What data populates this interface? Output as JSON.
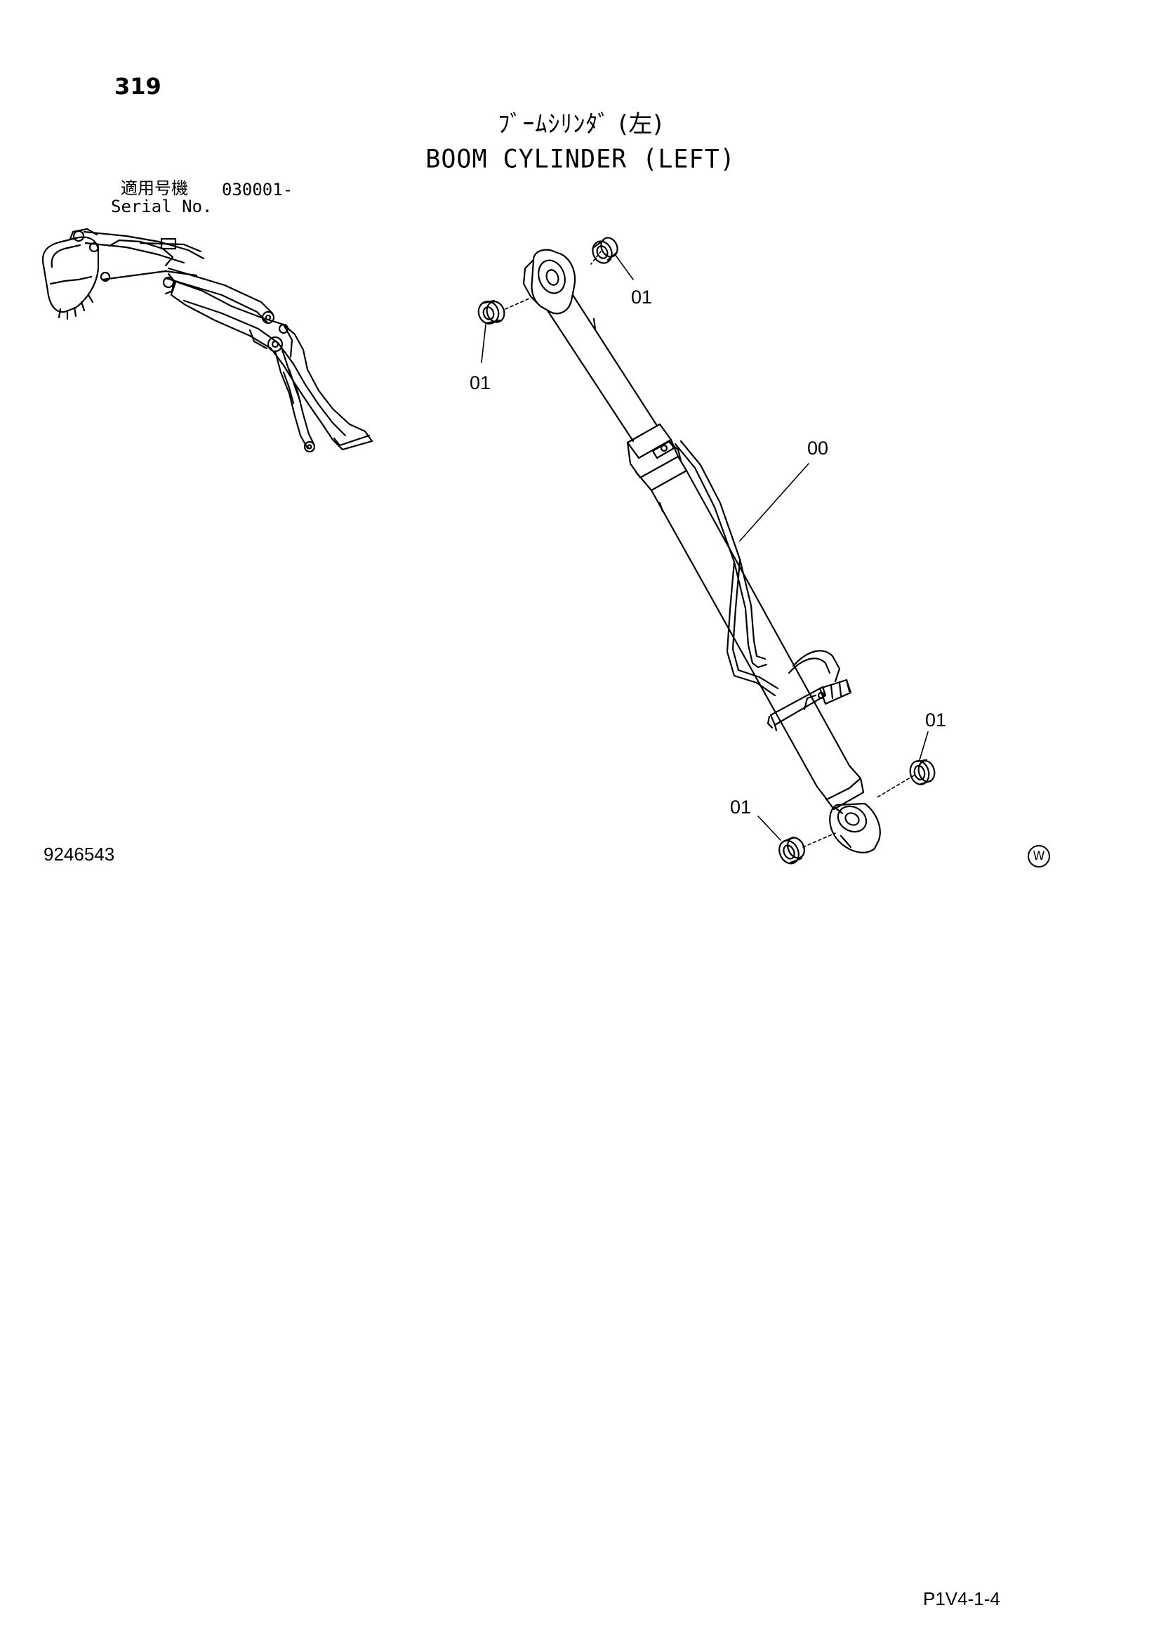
{
  "header": {
    "page_number": "319",
    "title_jp": "ﾌﾞｰﾑｼﾘﾝﾀﾞ (左)",
    "title_en": "BOOM CYLINDER (LEFT)",
    "serial_label_jp": "適用号機",
    "serial_value": "030001-",
    "serial_label_en": "Serial No."
  },
  "diagram": {
    "callouts": [
      {
        "label": "01"
      },
      {
        "label": "01"
      },
      {
        "label": "00"
      },
      {
        "label": "01"
      },
      {
        "label": "01"
      }
    ]
  },
  "footer": {
    "drawing_number": "9246543",
    "mark": "W",
    "page_code": "P1V4-1-4"
  }
}
